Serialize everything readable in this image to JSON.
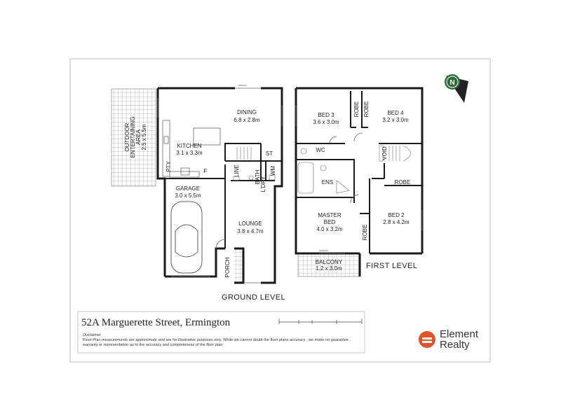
{
  "address": "52A Marguerette Street, Ermington",
  "levels": {
    "ground": "GROUND LEVEL",
    "first": "FIRST LEVEL"
  },
  "disclaimer": {
    "heading": "Disclaimer",
    "text": "Floor Plan measurements are approximate and are for illustrative purposes only. While we cannot doubt the floor plans accuracy , we make no guarantee , warranty or representation as to the accuracy and completeness of the floor plan"
  },
  "brand": {
    "line1": "Element",
    "line2": "Realty",
    "color": "#e2522b"
  },
  "compass": {
    "letter": "N",
    "color": "#2e6b3a"
  },
  "rooms": {
    "outdoor": {
      "line1": "OUTDOOR",
      "line2": "ENTERTAINING",
      "line3": "AREA",
      "line4": "2.5 x 5.5m"
    },
    "dining": {
      "name": "DINING",
      "size": "6.8 x 2.8m"
    },
    "kitchen": {
      "name": "KITCHEN",
      "size": "3.1 x 3.3m"
    },
    "pty": "PTY",
    "f": "F",
    "st": "ST",
    "line": "LINE",
    "wm": "WM",
    "bath": "BATH",
    "ldry": "L'DRY",
    "garage": {
      "name": "GARAGE",
      "size": "3.0 x 5.5m"
    },
    "lounge": {
      "name": "LOUNGE",
      "size": "3.8 x 4.7m"
    },
    "porch": "PORCH",
    "bed3": {
      "name": "BED 3",
      "size": "3.6 x 3.0m"
    },
    "robe_a": "ROBE",
    "robe_b": "ROBE",
    "bed4": {
      "name": "BED 4",
      "size": "3.2 x 3.0m"
    },
    "wc": "WC",
    "void": "VOID",
    "ens": "ENS",
    "robe_c": "ROBE",
    "master": {
      "line1": "MASTER",
      "line2": "BED",
      "size": "4.0 x 3.2m"
    },
    "bed2": {
      "name": "BED 2",
      "size": "2.8 x 4.2m"
    },
    "robe_d": "ROBE",
    "balcony": {
      "name": "BALCONY",
      "size": "1.2 x 3.0m"
    }
  }
}
